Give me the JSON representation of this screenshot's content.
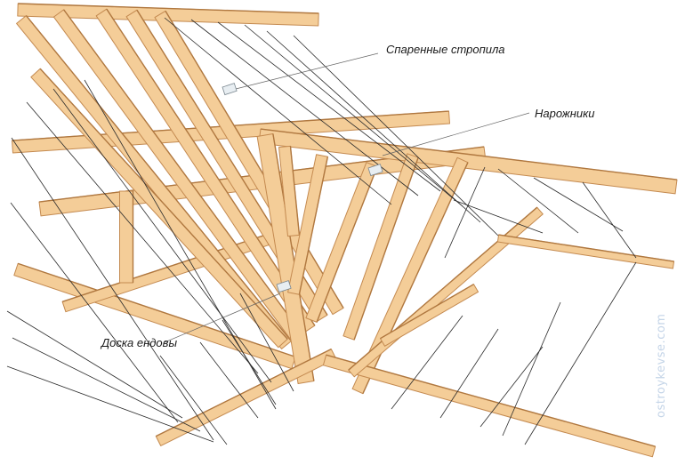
{
  "labels": {
    "paired_rafters": "Спаренные стропила",
    "jack_rafters": "Нарожники",
    "valley_board": "Доска ендовы"
  },
  "watermark": "ostroykevse.com",
  "colors": {
    "wood_face": "#f4cd98",
    "wood_edge": "#c48a50",
    "hatch": "#2a2a2a",
    "background": "#ffffff"
  }
}
